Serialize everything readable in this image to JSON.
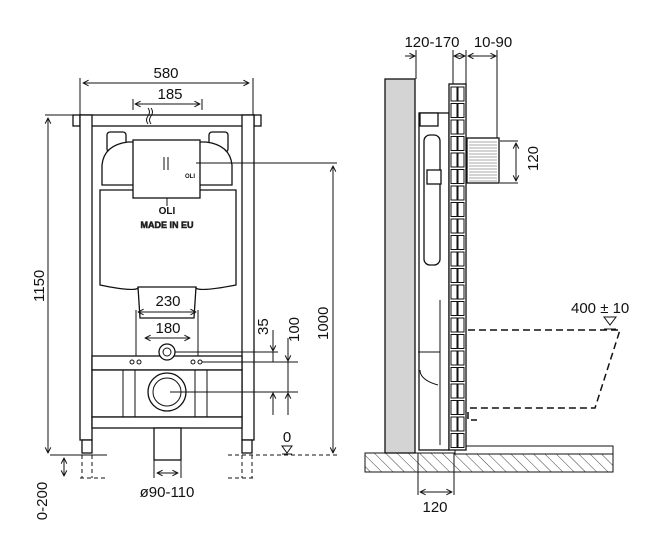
{
  "front_view": {
    "width_total": "580",
    "width_top_connection": "185",
    "height_total": "1150",
    "leg_adjust": "0-200",
    "outlet_plate_width": "230",
    "bolt_spacing": "180",
    "bolt_offset": "35",
    "outlet_offset": "100",
    "flush_height": "1000",
    "floor_level": "0",
    "drain_diameter": "ø90-110",
    "brand": "OLI",
    "brand_small": "OLI",
    "origin": "MADE IN EU"
  },
  "side_view": {
    "wall_gap": "120-170",
    "panel_offset": "10-90",
    "button_height": "120",
    "seat_height": "400 ± 10",
    "bottom_depth": "120"
  },
  "colors": {
    "line": "#111111",
    "wall": "#d4d4d4"
  }
}
